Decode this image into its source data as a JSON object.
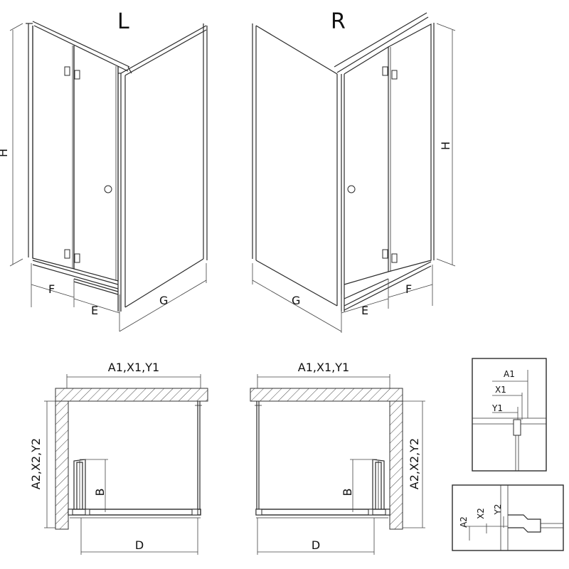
{
  "views": {
    "left_label": "L",
    "right_label": "R"
  },
  "dims_3d": {
    "height": "H",
    "f": "F",
    "e": "E",
    "g": "G"
  },
  "dims_plan": {
    "width": "A1,X1,Y1",
    "depth": "A2,X2,Y2",
    "b": "B",
    "d": "D"
  },
  "details": {
    "a1": "A1",
    "x1": "X1",
    "y1": "Y1",
    "a2": "A2",
    "x2": "X2",
    "y2": "Y2"
  }
}
